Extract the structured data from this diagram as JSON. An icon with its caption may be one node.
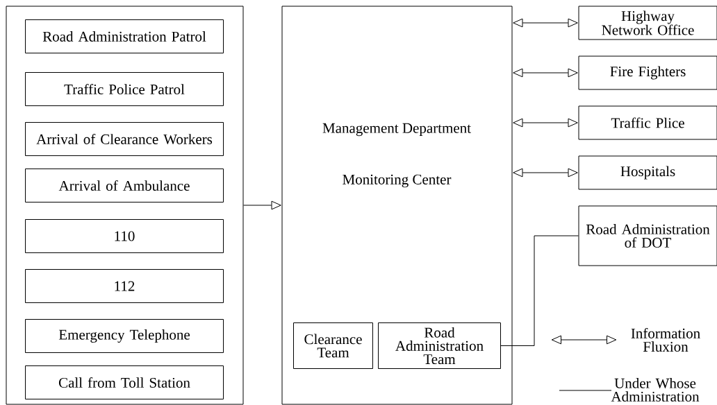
{
  "diagram": {
    "nodes": [
      {
        "text": [],
        "shape": "box"
      },
      {
        "text": [
          "Road Administration Patrol"
        ],
        "in": 0
      },
      {
        "text": [
          "Traffic Police Patrol"
        ],
        "in": 0
      },
      {
        "text": [
          "Arrival of Clearance Workers"
        ],
        "in": 0
      },
      {
        "text": [
          "Arrival of Ambulance"
        ],
        "in": 0
      },
      {
        "text": [
          "110"
        ],
        "in": 0
      },
      {
        "text": [
          "112"
        ],
        "in": 0
      },
      {
        "text": [
          "Emergency Telephone"
        ],
        "in": 0
      },
      {
        "text": [
          "Call from Toll Station"
        ],
        "in": 0
      },
      {
        "text": [
          "Management Department",
          "Monitoring Center"
        ]
      },
      {
        "text": [
          "Clearance Team"
        ],
        "in": 9
      },
      {
        "text": [
          "Road Administration Team"
        ],
        "in": 9
      },
      {
        "text": [
          "Highway Network Office"
        ]
      },
      {
        "text": [
          "Fire Fighters"
        ]
      },
      {
        "text": [
          "Traffic Plice"
        ]
      },
      {
        "text": [
          "Hospitals"
        ]
      },
      {
        "text": [
          "Road Administration of DOT"
        ]
      }
    ],
    "edges": [
      {
        "from": 0,
        "to": 9,
        "arrow": "to"
      },
      {
        "from": 9,
        "to": 12,
        "arrow": "both"
      },
      {
        "from": 9,
        "to": 13,
        "arrow": "both"
      },
      {
        "from": 9,
        "to": 14,
        "arrow": "both"
      },
      {
        "from": 9,
        "to": 15,
        "arrow": "both"
      },
      {
        "from": 11,
        "to": 16,
        "arrow": "none"
      }
    ],
    "legend": [
      {
        "text": "Information Fluxion"
      },
      {
        "text": "Under Whose Administration"
      }
    ]
  }
}
